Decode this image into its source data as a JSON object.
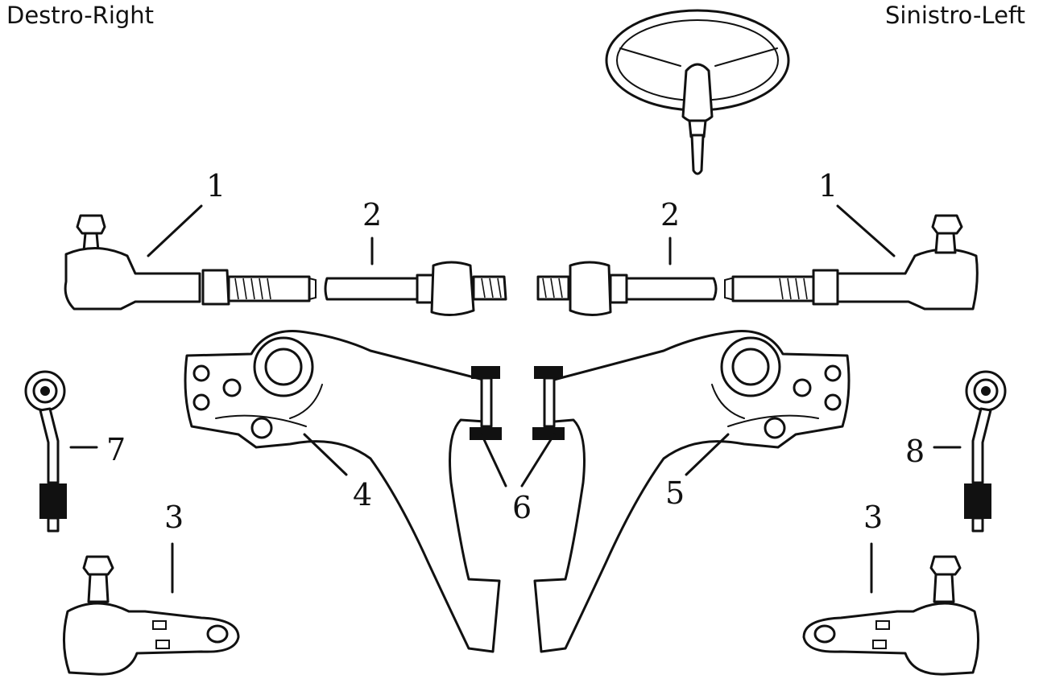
{
  "labels": {
    "right_side": "Destro-Right",
    "left_side": "Sinistro-Left"
  },
  "callouts": {
    "tie_rod_end_right": "1",
    "tie_rod_end_left": "1",
    "tie_rod_right": "2",
    "tie_rod_left": "2",
    "ball_joint_right": "3",
    "ball_joint_left": "3",
    "control_arm_right": "4",
    "control_arm_left": "5",
    "bushings": "6",
    "stabilizer_link_right": "7",
    "stabilizer_link_left": "8"
  }
}
